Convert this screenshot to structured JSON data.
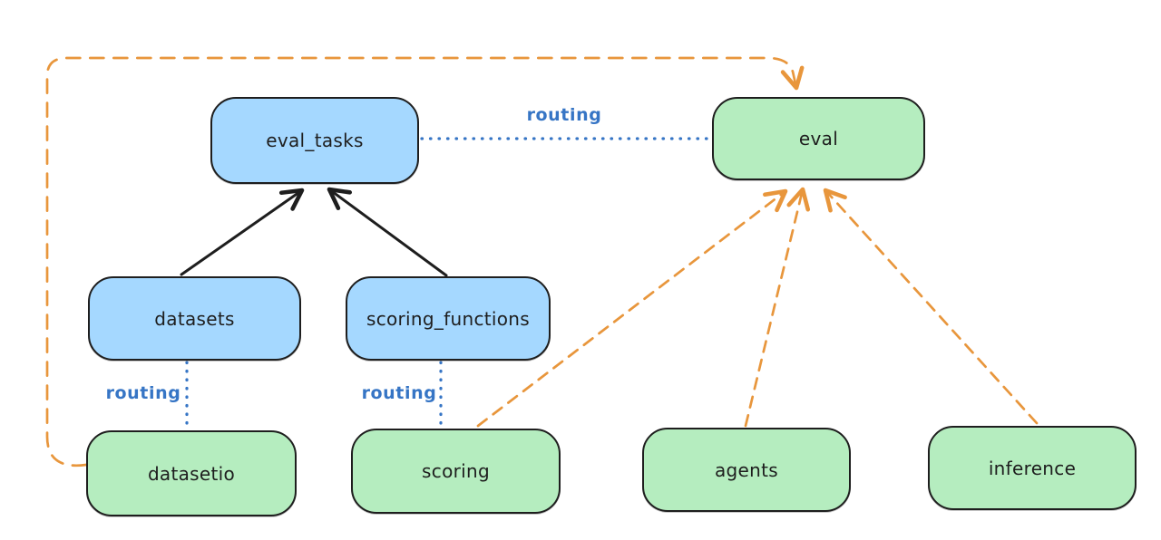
{
  "diagram": {
    "nodes": [
      {
        "id": "eval_tasks",
        "label": "eval_tasks",
        "color": "blue"
      },
      {
        "id": "eval",
        "label": "eval",
        "color": "green"
      },
      {
        "id": "datasets",
        "label": "datasets",
        "color": "blue"
      },
      {
        "id": "scoring_functions",
        "label": "scoring_functions",
        "color": "blue"
      },
      {
        "id": "datasetio",
        "label": "datasetio",
        "color": "green"
      },
      {
        "id": "scoring",
        "label": "scoring",
        "color": "green"
      },
      {
        "id": "agents",
        "label": "agents",
        "color": "green"
      },
      {
        "id": "inference",
        "label": "inference",
        "color": "green"
      }
    ],
    "edges": [
      {
        "from": "datasets",
        "to": "eval_tasks",
        "style": "solid",
        "color": "black",
        "label": ""
      },
      {
        "from": "scoring_functions",
        "to": "eval_tasks",
        "style": "solid",
        "color": "black",
        "label": ""
      },
      {
        "from": "eval_tasks",
        "to": "eval",
        "style": "dotted",
        "color": "blue",
        "label": "routing"
      },
      {
        "from": "datasets",
        "to": "datasetio",
        "style": "dotted",
        "color": "blue",
        "label": "routing"
      },
      {
        "from": "scoring_functions",
        "to": "scoring",
        "style": "dotted",
        "color": "blue",
        "label": "routing"
      },
      {
        "from": "datasetio",
        "to": "eval",
        "style": "dashed",
        "color": "orange",
        "label": ""
      },
      {
        "from": "scoring",
        "to": "eval",
        "style": "dashed",
        "color": "orange",
        "label": ""
      },
      {
        "from": "agents",
        "to": "eval",
        "style": "dashed",
        "color": "orange",
        "label": ""
      },
      {
        "from": "inference",
        "to": "eval",
        "style": "dashed",
        "color": "orange",
        "label": ""
      }
    ],
    "colors": {
      "node_blue_fill": "#a5d8ff",
      "node_green_fill": "#b5edbf",
      "node_stroke": "#1e1e1e",
      "routing_blue": "#3675c5",
      "arrow_orange": "#e8963c",
      "arrow_black": "#1e1e1e",
      "background": "#ffffff"
    }
  }
}
